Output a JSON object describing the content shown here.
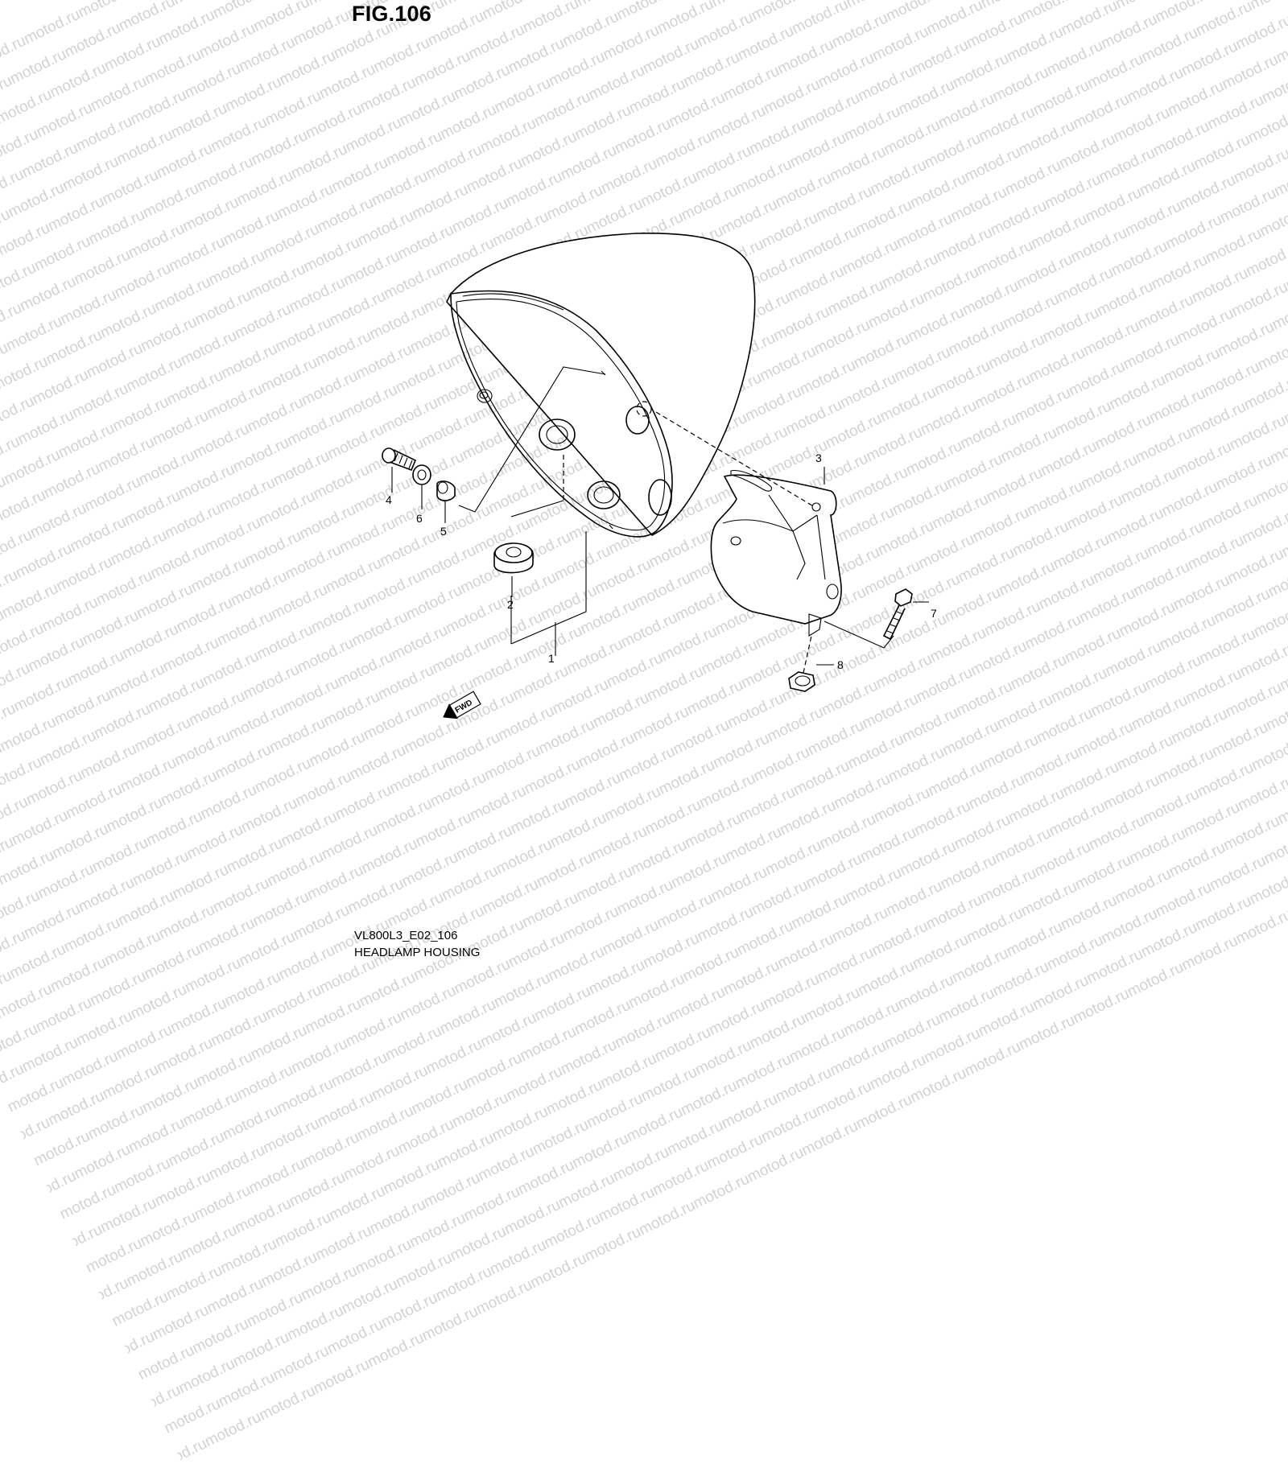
{
  "figure": {
    "title": "FIG.106",
    "model_code": "VL800L3_E02_106",
    "caption": "HEADLAMP HOUSING"
  },
  "watermark": {
    "text": "motod.ru"
  },
  "callouts": [
    "1",
    "2",
    "3",
    "4",
    "5",
    "6",
    "7",
    "8"
  ],
  "fwd_arrow": {
    "label": "FWD"
  }
}
